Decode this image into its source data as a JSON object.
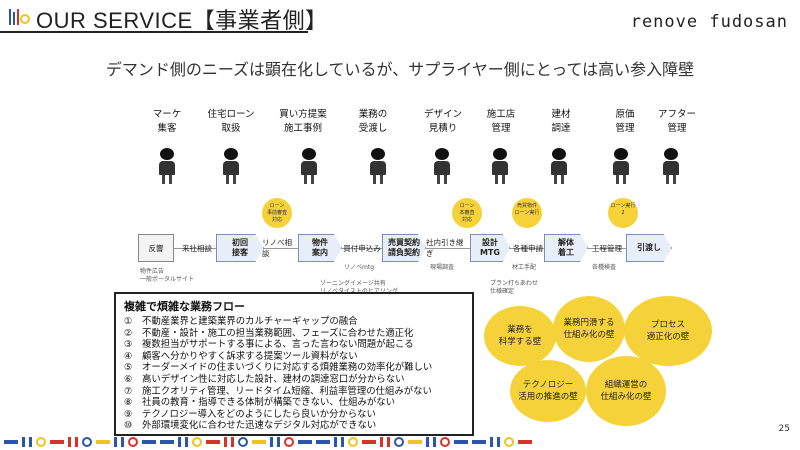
{
  "header": {
    "title": "OUR SERVICE【事業者側】",
    "brand": "renove fudosan"
  },
  "subtitle": "デマンド側のニーズは顕在化しているが、サプライヤー側にとっては高い参入障壁",
  "stages": [
    {
      "label": "マーケ\n集客"
    },
    {
      "label": "住宅ローン\n取扱"
    },
    {
      "label": "買い方提案\n施工事例"
    },
    {
      "label": "業務の\n受渡し"
    },
    {
      "label": "デザイン\n見積り"
    },
    {
      "label": "施工店\n管理"
    },
    {
      "label": "建材\n調達"
    },
    {
      "label": "原価\n管理"
    },
    {
      "label": "アフター\n管理"
    }
  ],
  "bubbles": [
    {
      "label": "ローン\n事前審査\n対応"
    },
    {
      "label": "ローン\n本審査\n対応"
    },
    {
      "label": "売買物件\nローン実行"
    },
    {
      "label": "ローン実行\n2"
    }
  ],
  "flow": [
    {
      "label": "反響"
    },
    {
      "label": "来社相談"
    },
    {
      "label": "初回\n接客"
    },
    {
      "label": "リノベ相談"
    },
    {
      "label": "物件\n案内"
    },
    {
      "label": "買付申込み"
    },
    {
      "label": "売買契約\n請負契約"
    },
    {
      "label": "社内引き継ぎ"
    },
    {
      "label": "設計\nMTG"
    },
    {
      "label": "各種申請"
    },
    {
      "label": "解体\n着工"
    },
    {
      "label": "工程管理"
    },
    {
      "label": "引渡し"
    }
  ],
  "flow_sub": [
    {
      "label": "リノベmtg"
    },
    {
      "label": "現場調査"
    },
    {
      "label": "材工手配"
    },
    {
      "label": "各種検査"
    },
    {
      "label": "物件広告\n一般ポータルサイト"
    },
    {
      "label": "ゾーニングイメージ共有\nリノベタイストのヒアリング"
    },
    {
      "label": "プラン打ちあわせ\n仕様確定"
    }
  ],
  "issues": {
    "title": "複雑で煩雑な業務フロー",
    "items": [
      {
        "num": "①",
        "text": "不動産業界と建築業界のカルチャーギャップの融合"
      },
      {
        "num": "②",
        "text": "不動産・設計・施工の担当業務範囲、フェーズに合わせた適正化"
      },
      {
        "num": "③",
        "text": "複数担当がサポートする事による、言った言わない問題が起こる"
      },
      {
        "num": "④",
        "text": "顧客へ分かりやすく訴求する提案ツール資料がない"
      },
      {
        "num": "⑤",
        "text": "オーダーメイドの住まいづくりに対応する煩雑業務の効率化が難しい"
      },
      {
        "num": "⑥",
        "text": "高いデザイン性に対応した設計、建材の調達窓口が分からない"
      },
      {
        "num": "⑦",
        "text": "施工クオリティ管理、リードタイム短縮、利益率管理の仕組みがない"
      },
      {
        "num": "⑧",
        "text": "社員の教育・指導できる体制が構築できない、仕組みがない"
      },
      {
        "num": "⑨",
        "text": "テクノロジー導入をどのようにしたら良いか分からない"
      },
      {
        "num": "⑩",
        "text": "外部環境変化に合わせた迅速なデジタル対応ができない"
      }
    ]
  },
  "walls": [
    {
      "label": "業務を\n科学する壁"
    },
    {
      "label": "業務円滑する\n仕組み化の壁"
    },
    {
      "label": "プロセス\n適正化の壁"
    },
    {
      "label": "テクノロジー\n活用の推進の壁"
    },
    {
      "label": "組織運営の\n仕組み化の壁"
    }
  ],
  "page_number": "25",
  "colors": {
    "accent_yellow": "#f6d23a",
    "deco_blue": "#2b55a8",
    "deco_red": "#d8322c",
    "deco_yellow": "#f0c320",
    "text": "#222222"
  }
}
